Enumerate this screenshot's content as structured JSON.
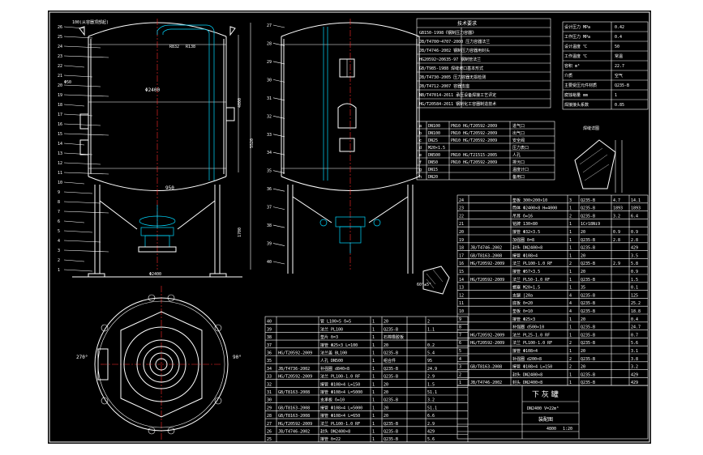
{
  "tech_table_title": "技术要求",
  "tech_rows": [
    "GB150-1998《钢制压力容器》",
    "JB/T4700~4707-2000 压力容器法兰",
    "JB/T4746-2002 钢制压力容器用封头",
    "HG20592~20635-97 钢制管法兰",
    "GB/T985-1988 焊缝坡口基本形式",
    "JB/T4730-2005 压力容器无损检测",
    "JB/T4712-2007 容器支座",
    "NB/T47014-2011 承压设备焊接工艺评定",
    "HG/T20584-2011 钢制化工容器制造技术"
  ],
  "design_params": [
    {
      "label": "设计压力 MPa",
      "value": "0.42"
    },
    {
      "label": "工作压力 MPa",
      "value": "0.4"
    },
    {
      "label": "设计温度 ℃",
      "value": "50"
    },
    {
      "label": "工作温度 ℃",
      "value": "常温"
    },
    {
      "label": "容积 m³",
      "value": "22.7"
    },
    {
      "label": "介质",
      "value": "空气"
    },
    {
      "label": "主要受压元件材质",
      "value": "Q235-B"
    },
    {
      "label": "腐蚀裕量 mm",
      "value": "1"
    },
    {
      "label": "焊接接头系数",
      "value": "0.85"
    }
  ],
  "nozzle_table": [
    {
      "mark": "a",
      "dn": "DN100",
      "std": "PN10 HG/T20592-2009",
      "use": "进气口"
    },
    {
      "mark": "b",
      "dn": "DN100",
      "std": "PN10 HG/T20592-2009",
      "use": "出气口"
    },
    {
      "mark": "c",
      "dn": "DN25",
      "std": "PN10 HG/T20592-2009",
      "use": "安全阀"
    },
    {
      "mark": "d",
      "dn": "M20×1.5",
      "std": "",
      "use": "压力表口"
    },
    {
      "mark": "e",
      "dn": "DN500",
      "std": "PN10 HG/T21515-2005",
      "use": "人孔"
    },
    {
      "mark": "f",
      "dn": "DN50",
      "std": "PN10 HG/T20592-2009",
      "use": "排污口"
    },
    {
      "mark": "g",
      "dn": "DN15",
      "std": "",
      "use": "温度计口"
    },
    {
      "mark": "h",
      "dn": "DN20",
      "std": "",
      "use": "备用口"
    }
  ],
  "bom_right": [
    {
      "no": "24",
      "std": "",
      "name": "垫板 300×200×10",
      "qty": "3",
      "mat": "Q235-B",
      "w": "4.7",
      "tw": "14.1"
    },
    {
      "no": "23",
      "std": "",
      "name": "筒体 Φ2400×8 H=4000",
      "qty": "1",
      "mat": "Q235-B",
      "w": "1893",
      "tw": "1893"
    },
    {
      "no": "22",
      "std": "",
      "name": "吊耳 δ=16",
      "qty": "2",
      "mat": "Q235-B",
      "w": "3.2",
      "tw": "6.4"
    },
    {
      "no": "21",
      "std": "",
      "name": "铭牌 130×80",
      "qty": "1",
      "mat": "1Cr18Ni9",
      "w": "",
      "tw": ""
    },
    {
      "no": "20",
      "std": "",
      "name": "接管 Φ32×3.5",
      "qty": "1",
      "mat": "20",
      "w": "0.9",
      "tw": "0.9"
    },
    {
      "no": "19",
      "std": "",
      "name": "加强圈 δ=8",
      "qty": "1",
      "mat": "Q235-B",
      "w": "2.8",
      "tw": "2.8"
    },
    {
      "no": "18",
      "std": "JB/T4746-2002",
      "name": "封头 DN2400×8",
      "qty": "1",
      "mat": "Q235-B",
      "w": "",
      "tw": "429"
    },
    {
      "no": "17",
      "std": "GB/T8163-2008",
      "name": "接管 Φ108×4",
      "qty": "1",
      "mat": "20",
      "w": "",
      "tw": "3.5"
    },
    {
      "no": "16",
      "std": "HG/T20592-2009",
      "name": "法兰 PL100-1.0 RF",
      "qty": "2",
      "mat": "Q235-B",
      "w": "2.9",
      "tw": "5.8"
    },
    {
      "no": "15",
      "std": "",
      "name": "接管 Φ57×3.5",
      "qty": "1",
      "mat": "20",
      "w": "",
      "tw": "0.9"
    },
    {
      "no": "14",
      "std": "HG/T20592-2009",
      "name": "法兰 PL50-1.0 RF",
      "qty": "1",
      "mat": "Q235-B",
      "w": "",
      "tw": "1.5"
    },
    {
      "no": "13",
      "std": "",
      "name": "螺塞 M20×1.5",
      "qty": "1",
      "mat": "35",
      "w": "",
      "tw": "0.1"
    },
    {
      "no": "12",
      "std": "",
      "name": "支腿 [20a",
      "qty": "4",
      "mat": "Q235-B",
      "w": "",
      "tw": "125"
    },
    {
      "no": "11",
      "std": "",
      "name": "底板 δ=20",
      "qty": "4",
      "mat": "Q235-B",
      "w": "",
      "tw": "25.2"
    },
    {
      "no": "10",
      "std": "",
      "name": "垫板 δ=10",
      "qty": "4",
      "mat": "Q235-B",
      "w": "",
      "tw": "18.8"
    },
    {
      "no": "9",
      "std": "",
      "name": "接管 Φ25×3",
      "qty": "1",
      "mat": "20",
      "w": "",
      "tw": "0.4"
    },
    {
      "no": "8",
      "std": "",
      "name": "补强圈 d500×10",
      "qty": "1",
      "mat": "Q235-B",
      "w": "",
      "tw": "24.7"
    },
    {
      "no": "7",
      "std": "HG/T20592-2009",
      "name": "法兰 PL25-1.0 RF",
      "qty": "1",
      "mat": "Q235-B",
      "w": "",
      "tw": "0.7"
    },
    {
      "no": "6",
      "std": "HG/T20592-2009",
      "name": "法兰 PL100-1.0 RF",
      "qty": "2",
      "mat": "Q235-B",
      "w": "",
      "tw": "5.6"
    },
    {
      "no": "5",
      "std": "",
      "name": "接管 Φ108×4",
      "qty": "1",
      "mat": "20",
      "w": "",
      "tw": "3.1"
    },
    {
      "no": "4",
      "std": "",
      "name": "补强圈 d200×8",
      "qty": "2",
      "mat": "Q235-B",
      "w": "",
      "tw": "3.8"
    },
    {
      "no": "3",
      "std": "GB/T8163-2008",
      "name": "接管 Φ108×4 L=150",
      "qty": "2",
      "mat": "20",
      "w": "",
      "tw": "3.2"
    },
    {
      "no": "2",
      "std": "",
      "name": "封头 DN2400×8",
      "qty": "1",
      "mat": "Q235-B",
      "w": "",
      "tw": "429"
    },
    {
      "no": "1",
      "std": "JB/T4746-2002",
      "name": "封头 DN2400×8",
      "qty": "1",
      "mat": "Q235-B",
      "w": "",
      "tw": "429"
    }
  ],
  "bom_bottom": [
    {
      "no": "40",
      "std": "",
      "name": "管 L100×5 δ=5",
      "qty": "1",
      "mat": "20",
      "w": "",
      "tw": "2"
    },
    {
      "no": "39",
      "std": "",
      "name": "法兰 PL100",
      "qty": "1",
      "mat": "Q235-B",
      "w": "",
      "tw": "1.1"
    },
    {
      "no": "38",
      "std": "",
      "name": "垫片 δ=3",
      "qty": "1",
      "mat": "石棉橡胶板",
      "w": "",
      "tw": ""
    },
    {
      "no": "37",
      "std": "",
      "name": "接管 Φ25×3 L=100",
      "qty": "1",
      "mat": "20",
      "w": "",
      "tw": "0.2"
    },
    {
      "no": "36",
      "std": "HG/T20592-2009",
      "name": "法兰盖 BL100",
      "qty": "1",
      "mat": "Q235-B",
      "w": "",
      "tw": "5.4"
    },
    {
      "no": "35",
      "std": "",
      "name": "人孔 DN500",
      "qty": "1",
      "mat": "组合件",
      "w": "",
      "tw": "95"
    },
    {
      "no": "34",
      "std": "JB/T4736-2002",
      "name": "补强圈 d840×8",
      "qty": "1",
      "mat": "Q235-B",
      "w": "",
      "tw": "24.9"
    },
    {
      "no": "33",
      "std": "HG/T20592-2009",
      "name": "法兰 PL100-1.0 RF",
      "qty": "1",
      "mat": "Q235-B",
      "w": "",
      "tw": "2.9"
    },
    {
      "no": "32",
      "std": "",
      "name": "接管 Φ108×4 L=150",
      "qty": "1",
      "mat": "20",
      "w": "",
      "tw": "1.5"
    },
    {
      "no": "31",
      "std": "GB/T8163-2008",
      "name": "接管 Φ108×4 L=5000",
      "qty": "1",
      "mat": "20",
      "w": "",
      "tw": "51.1"
    },
    {
      "no": "30",
      "std": "",
      "name": "支承板 δ=10",
      "qty": "1",
      "mat": "Q235-B",
      "w": "",
      "tw": "3.2"
    },
    {
      "no": "29",
      "std": "GB/T8163-2008",
      "name": "接管 Φ108×4 L=5000",
      "qty": "1",
      "mat": "20",
      "w": "",
      "tw": "51.1"
    },
    {
      "no": "28",
      "std": "GB/T8163-2008",
      "name": "接管 Φ108×4 L=650",
      "qty": "1",
      "mat": "20",
      "w": "",
      "tw": "6.6"
    },
    {
      "no": "27",
      "std": "HG/T20592-2009",
      "name": "法兰 PL100-1.0 RF",
      "qty": "1",
      "mat": "Q235-B",
      "w": "",
      "tw": "2.9"
    },
    {
      "no": "26",
      "std": "JB/T4746-2002",
      "name": "封头 DN2400×8",
      "qty": "1",
      "mat": "Q235-B",
      "w": "",
      "tw": "429"
    },
    {
      "no": "25",
      "std": "",
      "name": "接管 δ=22",
      "qty": "1",
      "mat": "Q235-B",
      "w": "",
      "tw": "5.6"
    }
  ],
  "title_block": {
    "name": "下 灰 罐",
    "spec": "DN2400  V=22m³",
    "sub": "装配图",
    "weight": "4800",
    "scale": "1:20"
  },
  "labels": {
    "front_top": "100(从容器顶部起)",
    "dia_main": "Φ2400",
    "dia_base": "Φ2400",
    "dim_950": "950",
    "dim_1700": "1700",
    "dim_5520": "5520",
    "dim_4000": "4000",
    "dim_r832": "R832",
    "dim_r138": "R138",
    "dim_50": "Φ50",
    "angle_left": "270°",
    "angle_right": "90°",
    "detail_angle": "60°±5°",
    "detail_note": "焊缝详图"
  },
  "callouts_left": [
    "26",
    "25",
    "24",
    "23",
    "22",
    "21",
    "20",
    "19",
    "18",
    "17",
    "16",
    "15",
    "14",
    "13",
    "12",
    "11",
    "10",
    "9",
    "8",
    "7",
    "6",
    "5",
    "4",
    "3",
    "2",
    "1"
  ],
  "callouts_right": [
    "27",
    "28",
    "29",
    "30",
    "31",
    "32",
    "33",
    "34",
    "35",
    "36",
    "37",
    "38",
    "39",
    "40"
  ]
}
